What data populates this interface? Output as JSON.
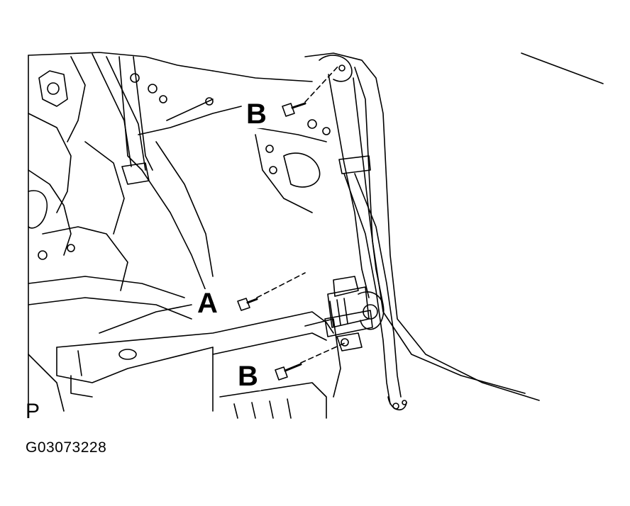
{
  "callouts": {
    "bolt_b_top": "B",
    "bolt_a": "A",
    "bolt_b_bottom": "B"
  },
  "view_code": "P",
  "figure_code": "G03073228"
}
